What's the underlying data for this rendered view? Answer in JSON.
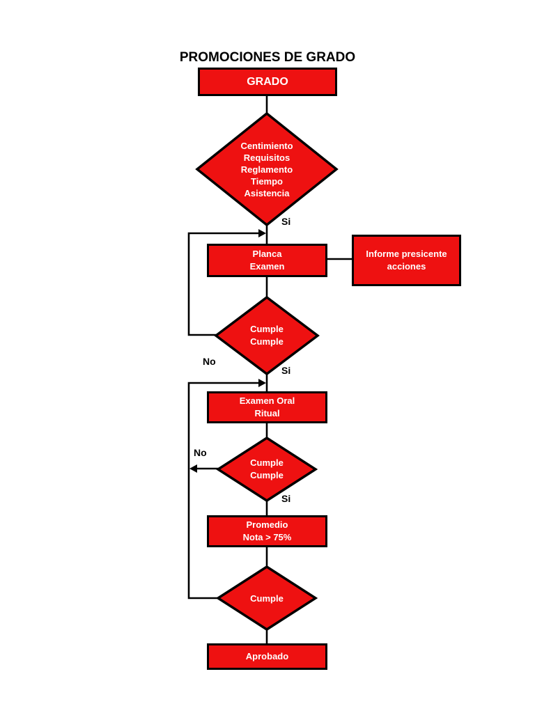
{
  "page": {
    "title": "PROMOCIONES DE GRADO"
  },
  "colors": {
    "shape_fill": "#EE1111",
    "shape_border": "#000000",
    "shape_text": "#FFFFFF",
    "line_color": "#000000",
    "label_color": "#000000",
    "background": "#FFFFFF"
  },
  "nodes": {
    "grado": {
      "label": "GRADO"
    },
    "requisitos_decision": {
      "lines": [
        "Centimiento",
        "Requisitos",
        "Reglamento",
        "Tiempo",
        "Asistencia"
      ]
    },
    "planca_examen": {
      "lines": [
        "Planca",
        "Examen"
      ]
    },
    "informe": {
      "lines": [
        "Informe presicente",
        "acciones"
      ]
    },
    "cumple_decision_1": {
      "lines": [
        "Cumple",
        "Cumple"
      ]
    },
    "examen_oral": {
      "lines": [
        "Examen Oral",
        "Ritual"
      ]
    },
    "cumple_decision_2": {
      "lines": [
        "Cumple",
        "Cumple"
      ]
    },
    "promedio": {
      "lines": [
        "Promedio",
        "Nota > 75%"
      ]
    },
    "cumple_decision_3": {
      "label": "Cumple"
    },
    "aprobado": {
      "label": "Aprobado"
    }
  },
  "edge_labels": {
    "si_1": "Si",
    "no_1": "No",
    "si_2": "Si",
    "no_2": "No",
    "si_3": "Si"
  }
}
